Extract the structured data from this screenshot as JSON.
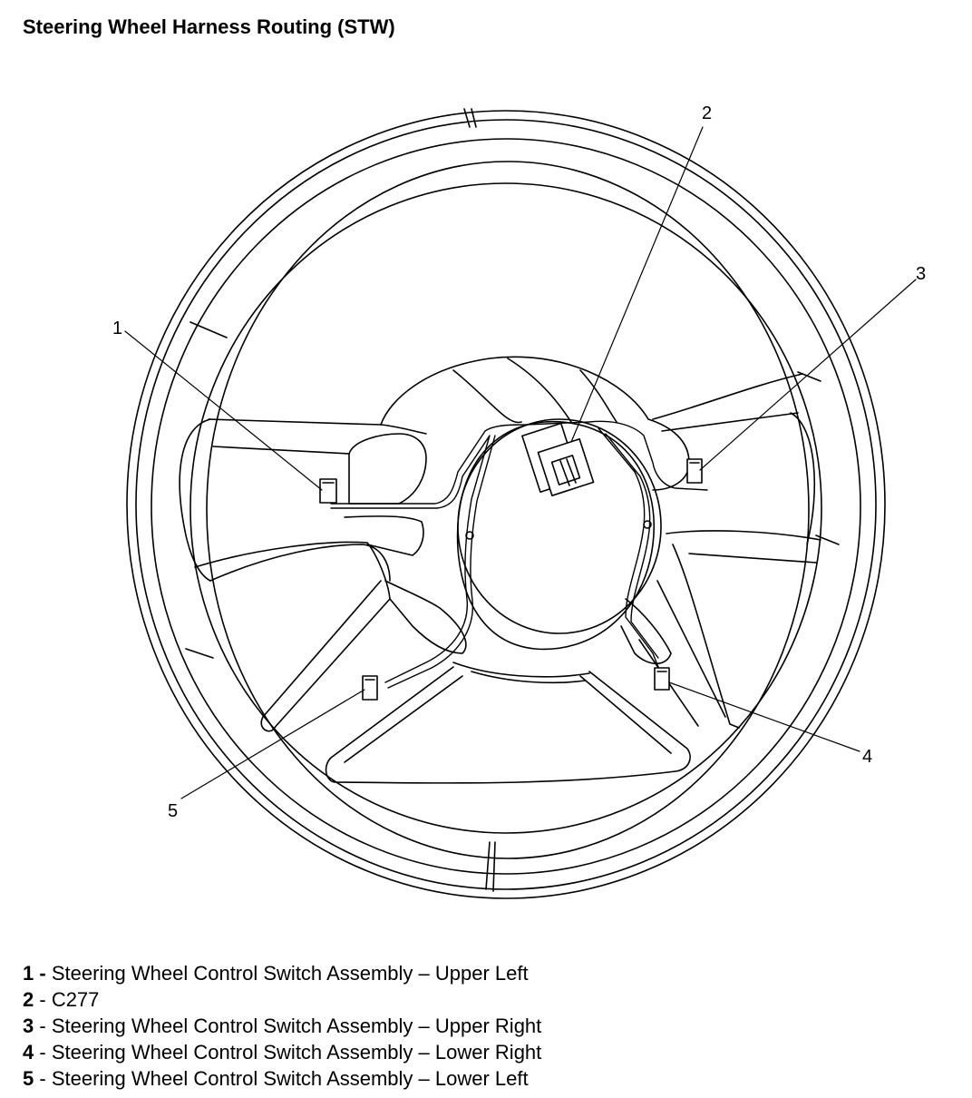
{
  "title": "Steering Wheel Harness Routing (STW)",
  "callouts": [
    "1",
    "2",
    "3",
    "4",
    "5"
  ],
  "legend": [
    {
      "number": "1",
      "sep": " - ",
      "text": "Steering Wheel Control Switch Assembly – Upper Left"
    },
    {
      "number": "2",
      "sep": " - ",
      "text": "C277"
    },
    {
      "number": "3",
      "sep": " - ",
      "text": "Steering Wheel Control Switch Assembly – Upper Right"
    },
    {
      "number": "4",
      "sep": " - ",
      "text": "Steering Wheel Control Switch Assembly – Lower Right"
    },
    {
      "number": "5",
      "sep": " - ",
      "text": "Steering Wheel Control Switch Assembly – Lower Left"
    }
  ]
}
